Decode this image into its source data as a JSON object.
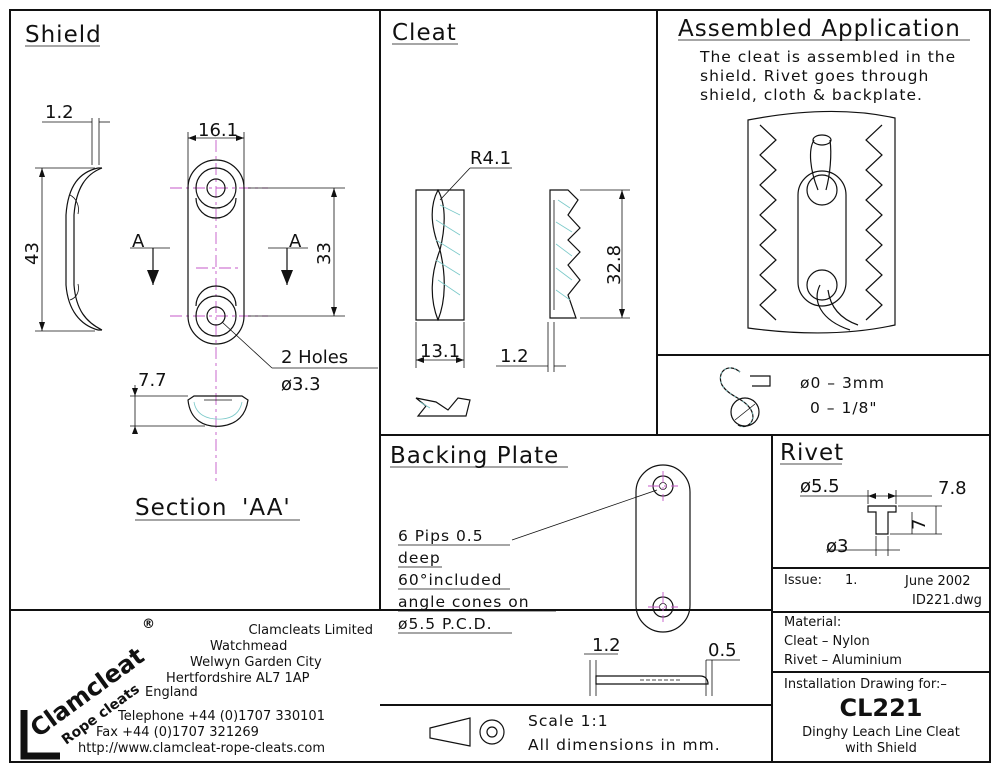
{
  "shield": {
    "title": "Shield",
    "dim_thickness": "1.2",
    "dim_width": "16.1",
    "dim_length": "43",
    "dim_hole_spacing": "33",
    "section_marker": "A",
    "holes_line1": "2  Holes",
    "holes_line2": "ø3.3",
    "dim_section_height": "7.7",
    "section_label_prefix": "Section",
    "section_label_id": "'AA'"
  },
  "cleat": {
    "title": "Cleat",
    "dim_radius": "R4.1",
    "dim_length": "32.8",
    "dim_width": "13.1",
    "dim_thickness": "1.2"
  },
  "assembled": {
    "title": "Assembled Application",
    "desc": [
      "The cleat is assembled in the",
      "shield. Rivet goes through",
      "shield, cloth & backplate."
    ],
    "rope_line1": "ø0  –  3mm",
    "rope_line2": "0   –  1/8\""
  },
  "backing": {
    "title": "Backing Plate",
    "note": [
      "6  Pips  0.5",
      "deep",
      "60°included",
      "angle  cones  on",
      "ø5.5  P.C.D."
    ],
    "dim_thickness": "1.2",
    "dim_pip": "0.5"
  },
  "rivet": {
    "title": "Rivet",
    "dim_head": "ø5.5",
    "dim_length": "7.8",
    "dim_shank_len": "7",
    "dim_shank_dia": "ø3"
  },
  "issue": {
    "label": "Issue:",
    "number": "1.",
    "date": "June 2002",
    "file": "ID221.dwg"
  },
  "material": {
    "label": "Material:",
    "cleat": "Cleat  –  Nylon",
    "rivet": "Rivet  –  Aluminium"
  },
  "install": {
    "label": "Installation Drawing for:–",
    "code": "CL221",
    "desc1": "Dinghy Leach Line Cleat",
    "desc2": "with Shield"
  },
  "company": {
    "logo_text": "Clamcleat",
    "logo_sub": "Rope cleats",
    "logo_reg": "®",
    "address": [
      "Clamcleats Limited",
      "Watchmead",
      "Welwyn Garden City",
      "Hertfordshire AL7 1AP",
      "England"
    ],
    "phone": "Telephone +44 (0)1707 330101",
    "fax": "Fax +44 (0)1707 321269",
    "web": "http://www.clamcleat-rope-cleats.com"
  },
  "scale": {
    "scale": "Scale 1:1",
    "units": "All dimensions in mm."
  }
}
